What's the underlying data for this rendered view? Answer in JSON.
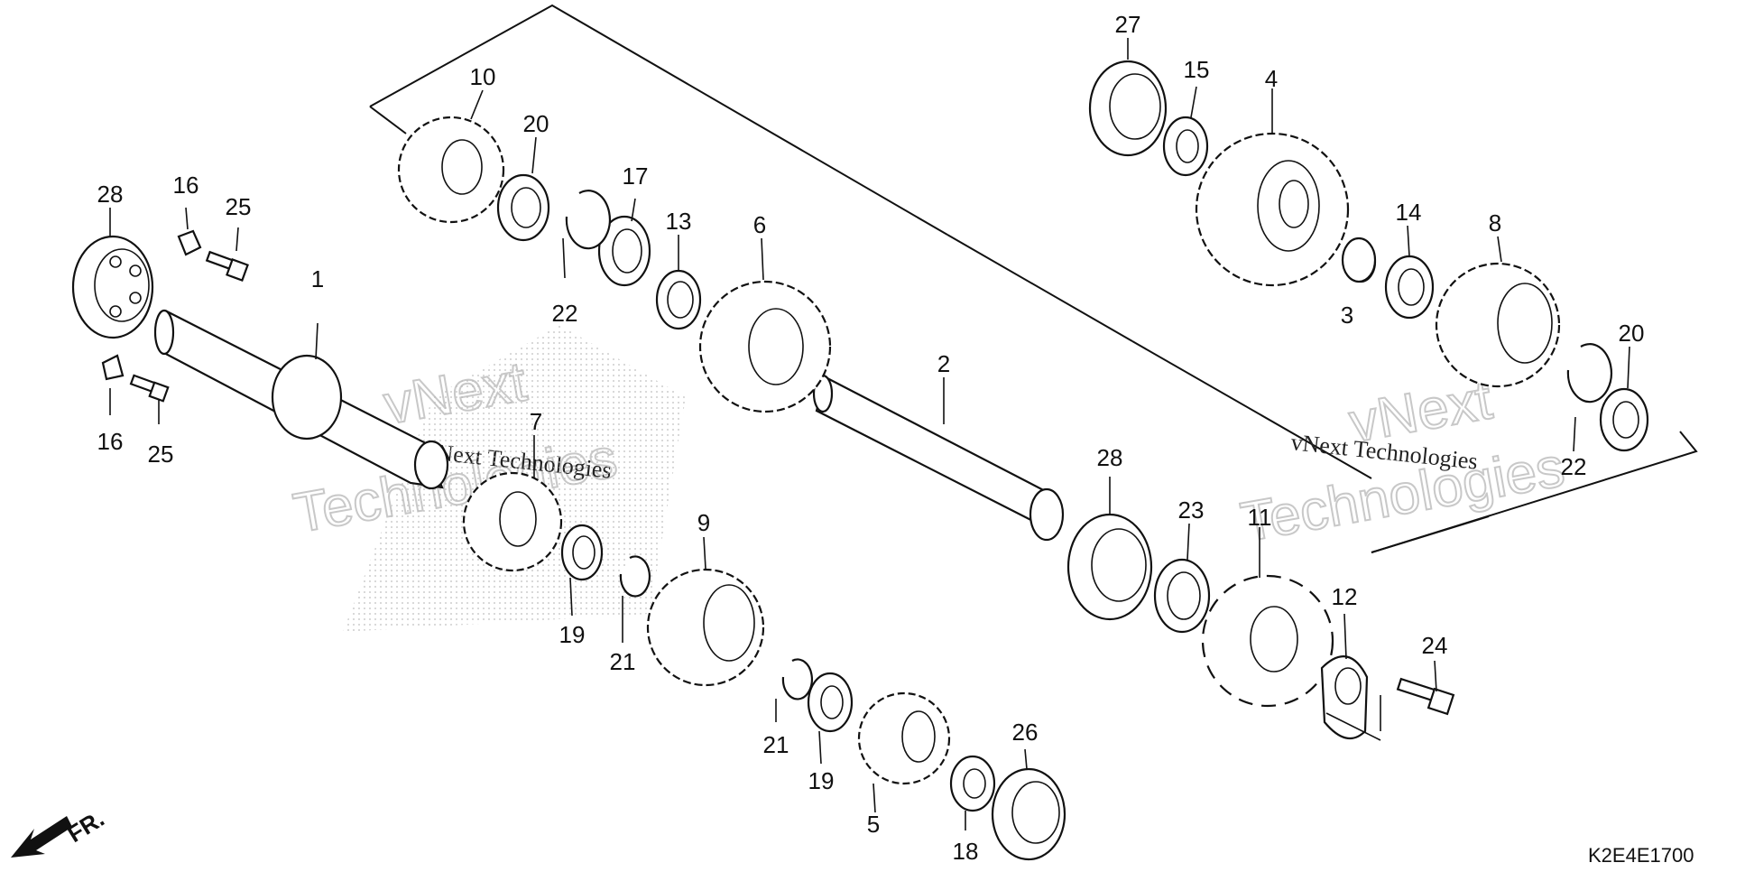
{
  "diagram": {
    "code": "K2E4E1700",
    "direction_label": "FR.",
    "watermark_name": "vNext Technologies",
    "callouts": [
      "1",
      "2",
      "3",
      "4",
      "5",
      "6",
      "7",
      "8",
      "9",
      "10",
      "11",
      "12",
      "13",
      "14",
      "15",
      "16",
      "16",
      "17",
      "18",
      "19",
      "19",
      "20",
      "20",
      "21",
      "21",
      "22",
      "22",
      "23",
      "24",
      "25",
      "25",
      "26",
      "27",
      "28",
      "28"
    ]
  }
}
